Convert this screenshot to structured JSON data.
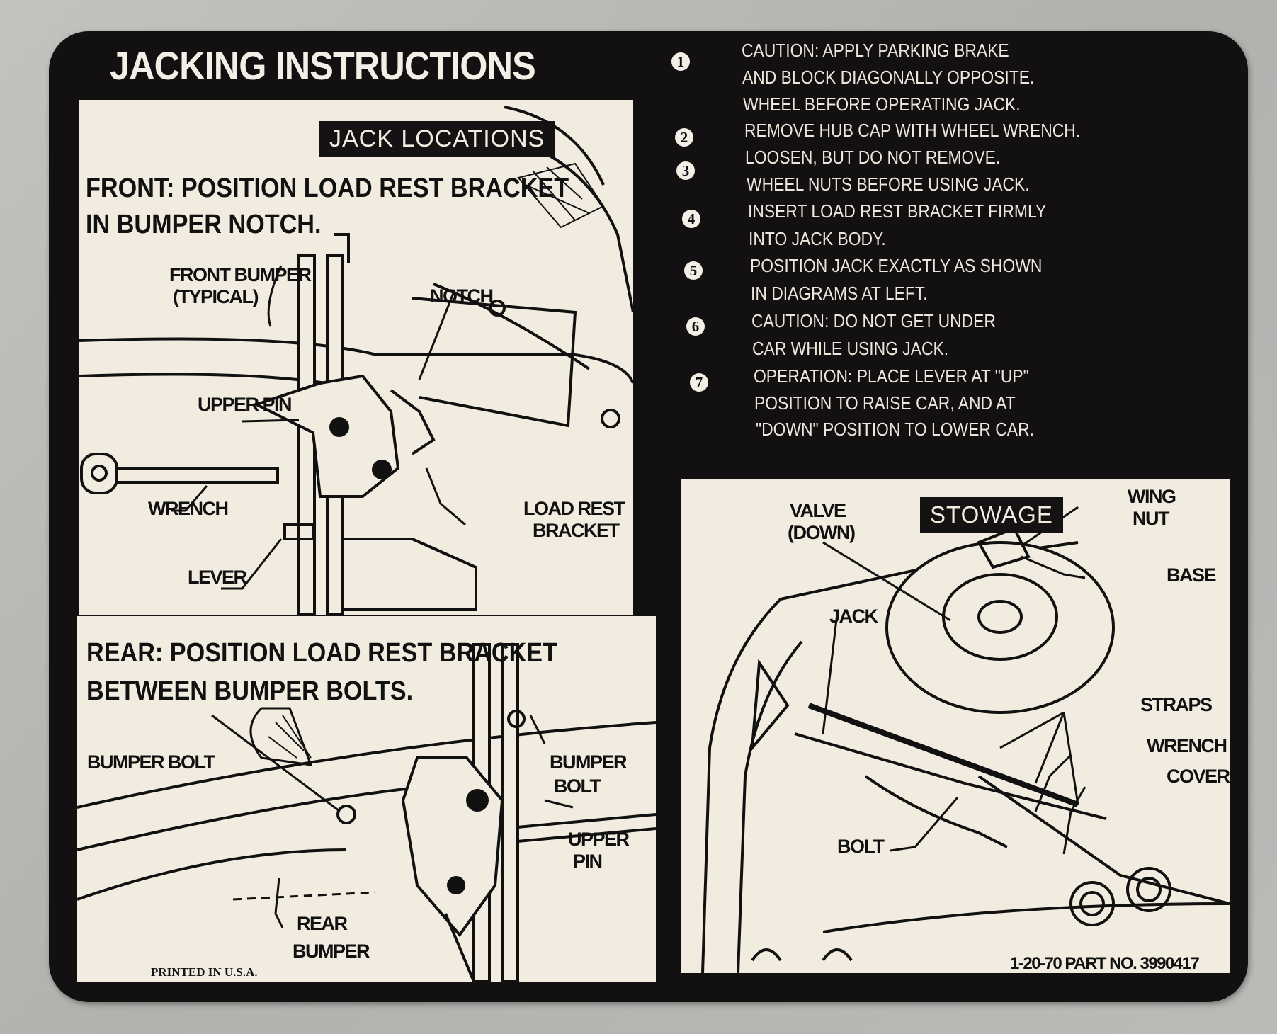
{
  "title": "JACKING INSTRUCTIONS",
  "steps": [
    {
      "number": "1",
      "lines": [
        "CAUTION: APPLY PARKING BRAKE",
        "AND BLOCK DIAGONALLY OPPOSITE.",
        "WHEEL BEFORE OPERATING JACK."
      ]
    },
    {
      "number": "2",
      "lines": [
        "REMOVE HUB CAP WITH WHEEL WRENCH."
      ]
    },
    {
      "number": "3",
      "lines": [
        "LOOSEN, BUT DO NOT REMOVE.",
        "WHEEL NUTS BEFORE USING JACK."
      ]
    },
    {
      "number": "4",
      "lines": [
        "INSERT LOAD REST BRACKET FIRMLY",
        "INTO JACK BODY."
      ]
    },
    {
      "number": "5",
      "lines": [
        "POSITION JACK EXACTLY AS SHOWN",
        "IN DIAGRAMS AT LEFT."
      ]
    },
    {
      "number": "6",
      "lines": [
        "CAUTION: DO NOT GET UNDER",
        "CAR WHILE USING JACK."
      ]
    },
    {
      "number": "7",
      "lines": [
        "OPERATION: PLACE LEVER AT \"UP\"",
        "POSITION TO RAISE CAR, AND AT",
        "\"DOWN\" POSITION TO LOWER CAR."
      ]
    }
  ],
  "front": {
    "header": "JACK LOCATIONS",
    "instruction_1": "FRONT: POSITION LOAD REST BRACKET",
    "instruction_2": "IN BUMPER NOTCH.",
    "labels": {
      "front_bumper": "FRONT BUMPER",
      "typical": "(TYPICAL)",
      "notch": "NOTCH",
      "upper_pin": "UPPER PIN",
      "wrench": "WRENCH",
      "load_rest": "LOAD REST",
      "bracket": "BRACKET",
      "lever": "LEVER"
    }
  },
  "rear": {
    "instruction_1": "REAR: POSITION LOAD REST BRACKET",
    "instruction_2": "BETWEEN BUMPER BOLTS.",
    "labels": {
      "bumper_bolt_left": "BUMPER BOLT",
      "bumper": "BUMPER",
      "bolt": "BOLT",
      "upper": "UPPER",
      "pin": "PIN",
      "rear": "REAR",
      "rear_bumper": "BUMPER"
    },
    "printed": "PRINTED IN U.S.A."
  },
  "stowage": {
    "header": "STOWAGE",
    "labels": {
      "valve": "VALVE",
      "down": "(DOWN)",
      "wing": "WING",
      "nut": "NUT",
      "base": "BASE",
      "jack": "JACK",
      "straps": "STRAPS",
      "wrench": "WRENCH",
      "cover": "COVER",
      "bolt": "BOLT"
    },
    "part_number": "1-20-70  PART NO. 3990417"
  },
  "colors": {
    "decal": "#121010",
    "panel": "#f1ecdf",
    "text_light": "#ece7dc"
  }
}
